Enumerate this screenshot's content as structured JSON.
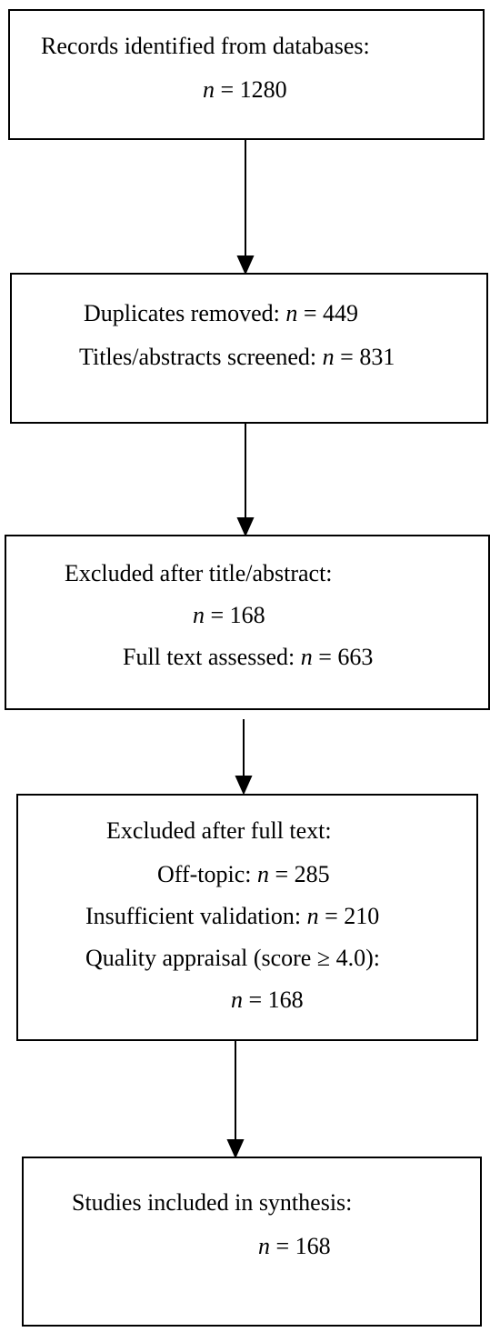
{
  "flow": {
    "box1": {
      "line1": "Records identified from databases:",
      "line2_var": "n",
      "line2_rest": " = 1280"
    },
    "box2": {
      "line1_text": "Duplicates removed: ",
      "line1_var": "n",
      "line1_rest": " = 449",
      "line2_text": "Titles/abstracts screened: ",
      "line2_var": "n",
      "line2_rest": " = 831"
    },
    "box3": {
      "line1": "Excluded after title/abstract:",
      "line2_var": "n",
      "line2_rest": " = 168",
      "line3_text": "Full text assessed: ",
      "line3_var": "n",
      "line3_rest": " = 663"
    },
    "box4": {
      "line1": "Excluded after full text:",
      "line2_text": "Off-topic: ",
      "line2_var": "n",
      "line2_rest": " = 285",
      "line3_text": "Insufficient validation: ",
      "line3_var": "n",
      "line3_rest": " = 210",
      "line4": "Quality appraisal (score ≥ 4.0):",
      "line5_var": "n",
      "line5_rest": " = 168"
    },
    "box5": {
      "line1": "Studies included in synthesis:",
      "line2_var": "n",
      "line2_rest": " = 168"
    }
  }
}
